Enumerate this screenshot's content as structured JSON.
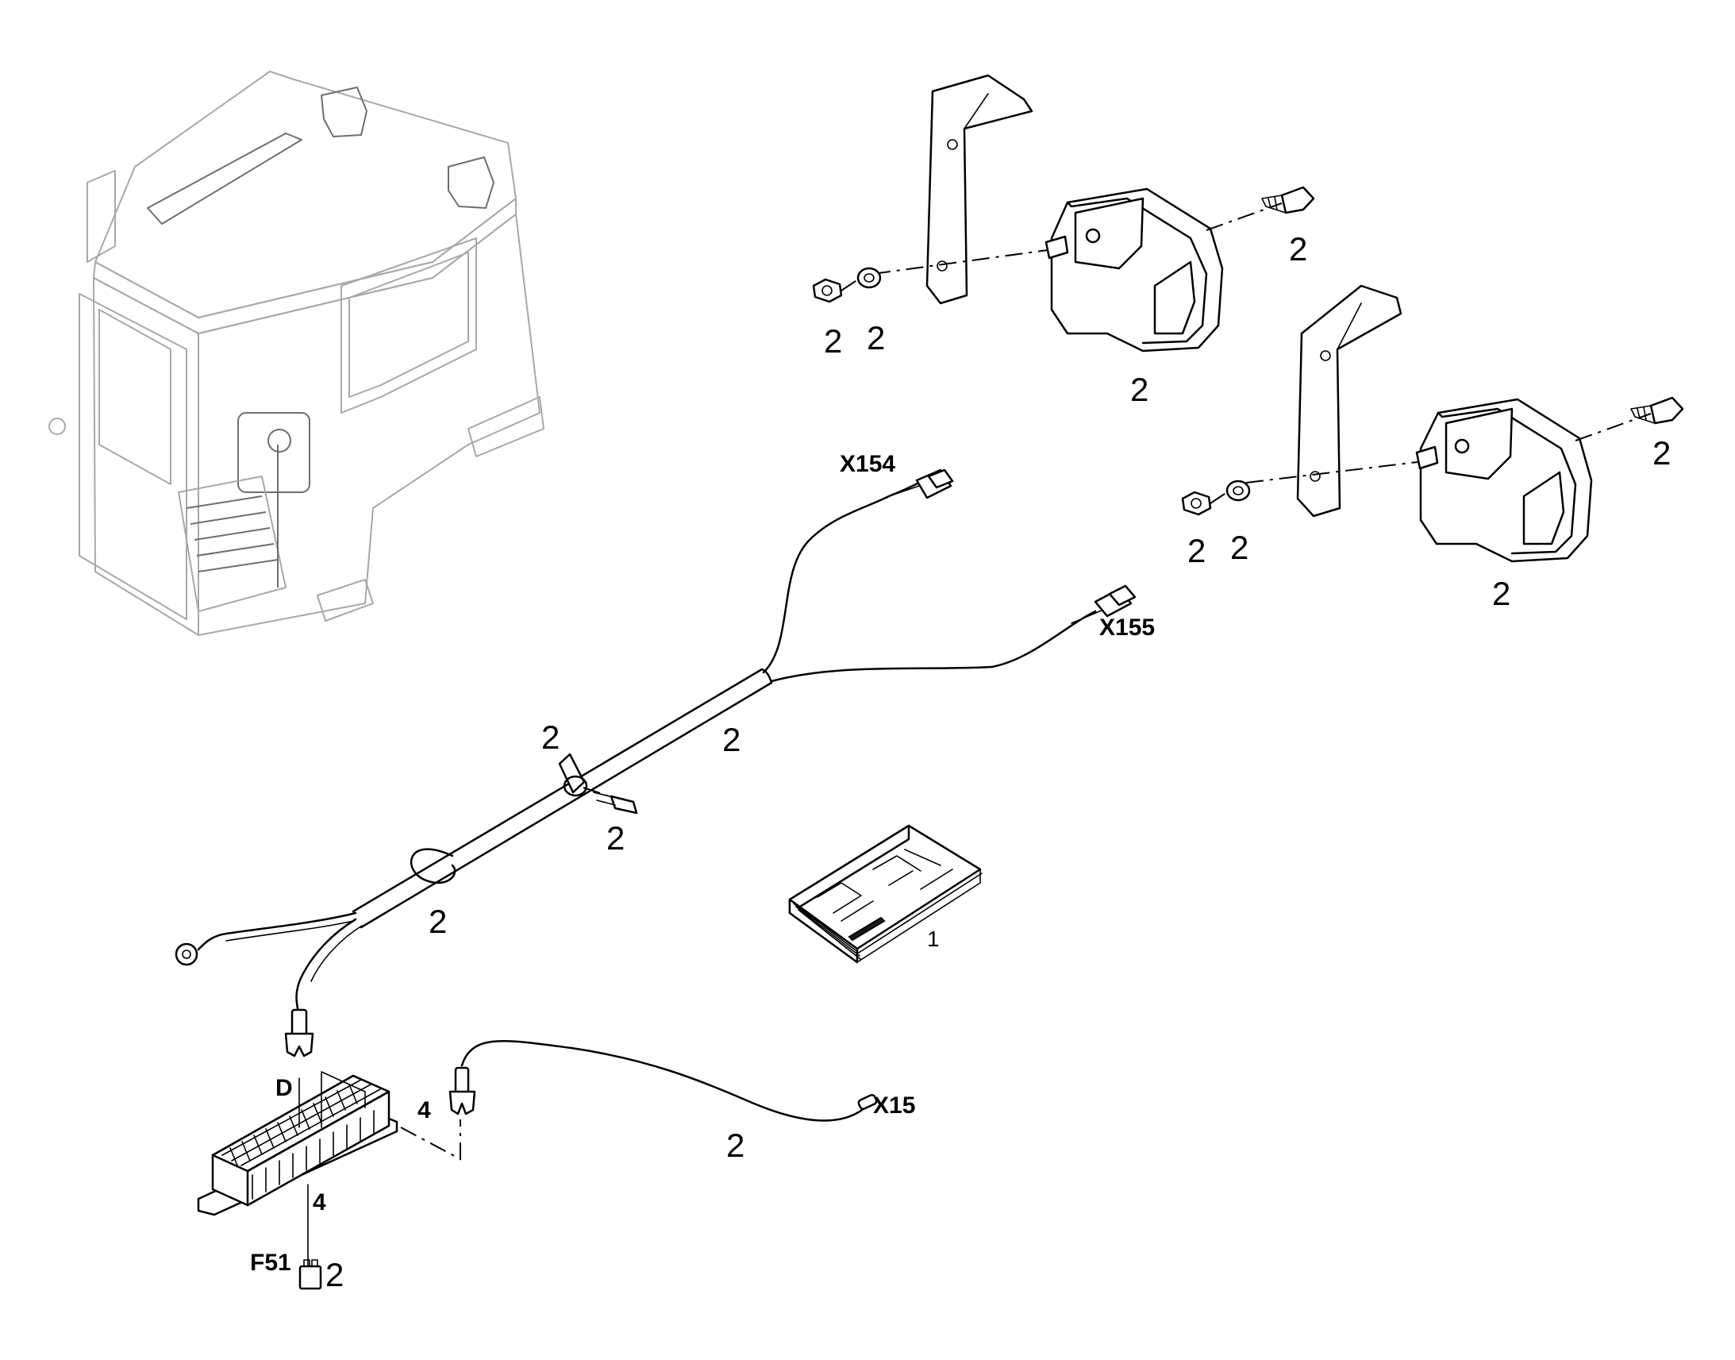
{
  "callouts": {
    "bolt_lamp1": "2",
    "nut_lamp1": "2",
    "washer_lamp1": "2",
    "lamp1": "2",
    "bolt_lamp2": "2",
    "nut_lamp2": "2",
    "washer_lamp2": "2",
    "lamp2": "2",
    "harness_main": "2",
    "clip_upper": "2",
    "screw_clip": "2",
    "clamp_lower": "2",
    "booklet": "1",
    "relay_cable": "2",
    "fuse": "2",
    "fuse_terminal": "4",
    "relay_terminal": "4"
  },
  "connectors": {
    "x154": "X154",
    "x155": "X155",
    "x15": "X15",
    "d": "D",
    "f51": "F51"
  }
}
